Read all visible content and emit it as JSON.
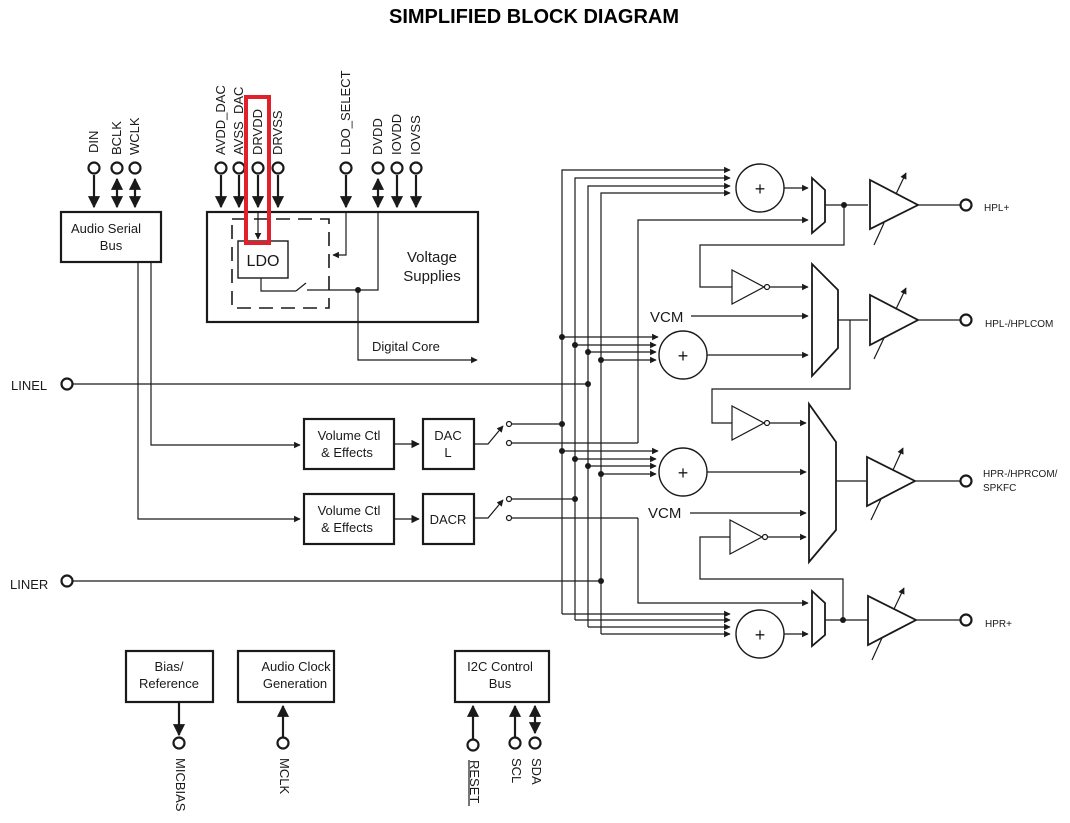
{
  "title": "SIMPLIFIED BLOCK DIAGRAM",
  "top_pins": {
    "din": "DIN",
    "bclk": "BCLK",
    "wclk": "WCLK",
    "avdd_dac": "AVDD_DAC",
    "avss_dac": "AVSS_DAC",
    "drvdd": "DRVDD",
    "drvss": "DRVSS",
    "ldo_select": "LDO_SELECT",
    "dvdd": "DVDD",
    "iovdd": "IOVDD",
    "iovss": "IOVSS"
  },
  "blocks": {
    "audio_serial_bus": [
      "Audio Serial",
      "Bus"
    ],
    "ldo": "LDO",
    "voltage_supplies": [
      "Voltage",
      "Supplies"
    ],
    "digital_core": "Digital Core",
    "volume_ctl_l": [
      "Volume Ctl",
      "& Effects"
    ],
    "volume_ctl_r": [
      "Volume Ctl",
      "& Effects"
    ],
    "dac_l": [
      "DAC",
      "L"
    ],
    "dac_r": "DACR",
    "bias_reference": [
      "Bias/",
      "Reference"
    ],
    "audio_clock": [
      "Audio Clock",
      "Generation"
    ],
    "i2c_bus": [
      "I2C Control",
      "Bus"
    ]
  },
  "left_pins": {
    "linel": "LINEL",
    "liner": "LINER"
  },
  "mixer_symbol": "+",
  "vcm_label": "VCM",
  "outputs": {
    "hpl_plus": "HPL+",
    "hpl_minus": "HPL-/HPLCOM",
    "hpr_minus": [
      "HPR-/HPRCOM/",
      "SPKFC"
    ],
    "hpr_plus": "HPR+"
  },
  "bottom_pins": {
    "micbias": "MICBIAS",
    "mclk": "MCLK",
    "reset": "RESET",
    "scl": "SCL",
    "sda": "SDA"
  },
  "highlight": {
    "target": "DRVDD",
    "color": "#e0202a"
  }
}
